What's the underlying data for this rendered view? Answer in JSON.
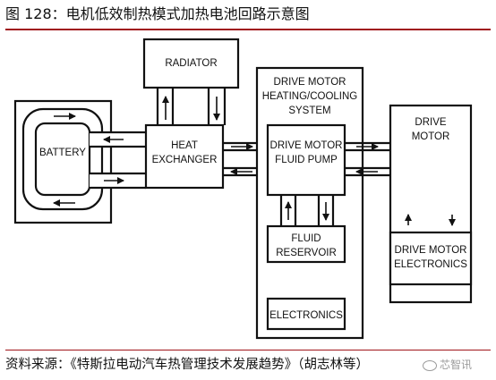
{
  "caption": "图 128：电机低效制热模式加热电池回路示意图",
  "source": "资料来源：《特斯拉电动汽车热管理技术发展趋势》（胡志林等）",
  "watermark": "芯智讯",
  "colors": {
    "rule": "#a0141a",
    "line": "#111111",
    "fill": "#ffffff"
  },
  "diagram": {
    "radiator": "RADIATOR",
    "battery": "BATTERY",
    "heat_exchanger": [
      "HEAT",
      "EXCHANGER"
    ],
    "system_title": [
      "DRIVE MOTOR",
      "HEATING/COOLING",
      "SYSTEM"
    ],
    "pump": [
      "DRIVE MOTOR",
      "FLUID PUMP"
    ],
    "reservoir": [
      "FLUID",
      "RESERVOIR"
    ],
    "electronics": "ELECTRONICS",
    "drive_motor": [
      "DRIVE",
      "MOTOR"
    ],
    "motor_electronics": [
      "DRIVE MOTOR",
      "ELECTRONICS"
    ]
  }
}
